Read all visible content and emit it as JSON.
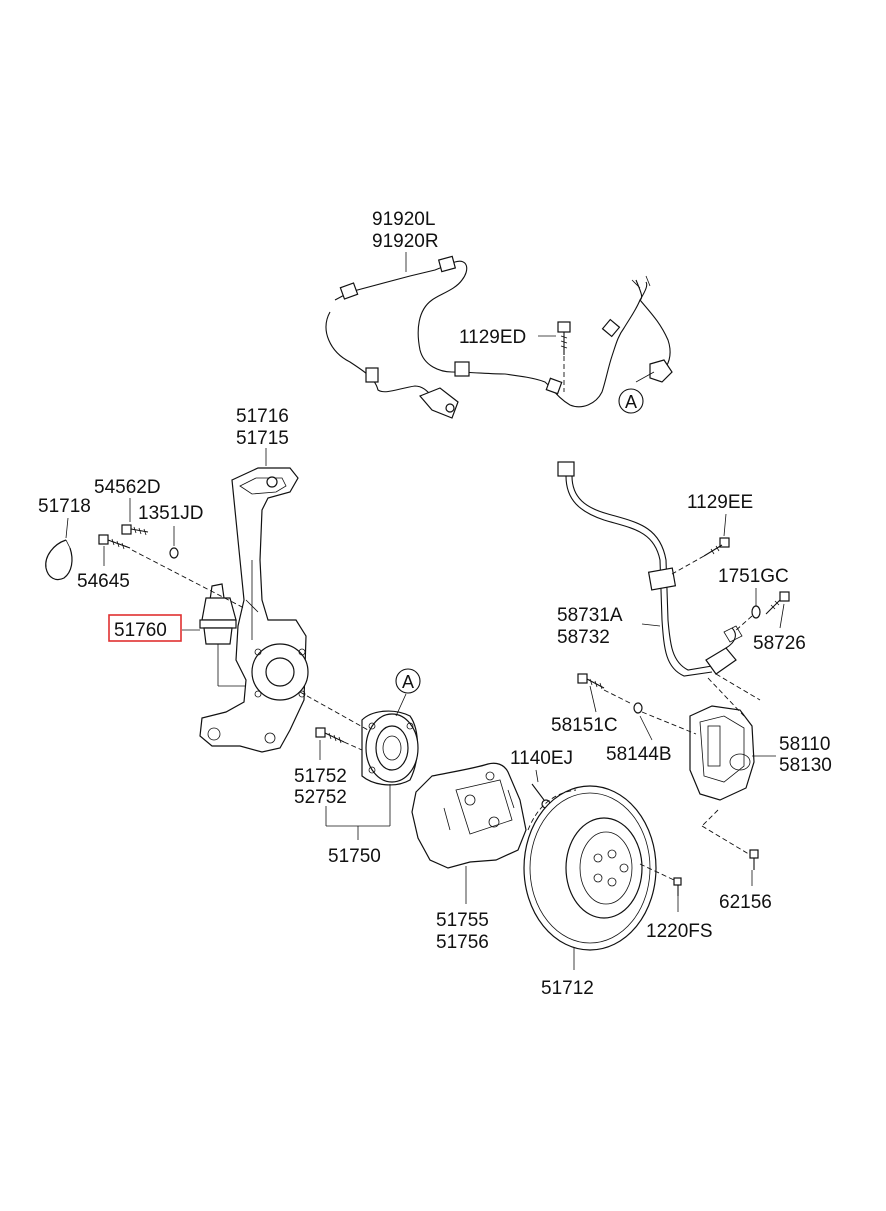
{
  "diagram": {
    "highlight_color": "#e03030",
    "line_color": "#111111",
    "highlighted_part": "51760",
    "labels": {
      "l91920L": "91920L",
      "l91920R": "91920R",
      "l1129ED": "1129ED",
      "l51716": "51716",
      "l51715": "51715",
      "l54562D": "54562D",
      "l51718": "51718",
      "l1351JD": "1351JD",
      "l54645": "54645",
      "l51760": "51760",
      "l51752": "51752",
      "l52752": "52752",
      "l51750": "51750",
      "l1140EJ": "1140EJ",
      "l51755": "51755",
      "l51756": "51756",
      "l51712": "51712",
      "l1220FS": "1220FS",
      "l62156": "62156",
      "l58110": "58110",
      "l58130": "58130",
      "l58144B": "58144B",
      "l58151C": "58151C",
      "l58731A": "58731A",
      "l58732": "58732",
      "l58726": "58726",
      "l1751GC": "1751GC",
      "l1129EE": "1129EE"
    },
    "reference_marks": {
      "a_top": "A",
      "a_hub": "A"
    }
  }
}
